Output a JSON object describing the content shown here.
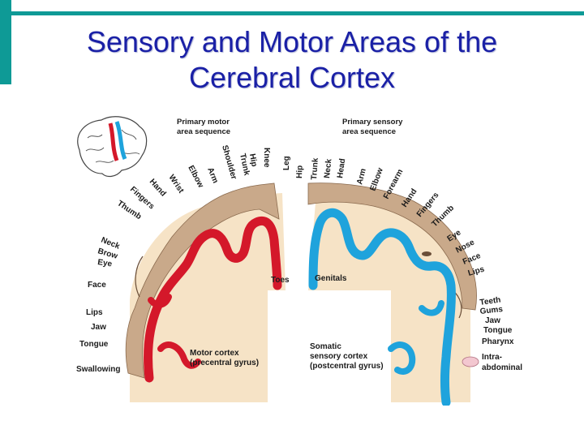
{
  "title": {
    "line1": "Sensory and Motor Areas of the",
    "line2": "Cerebral Cortex"
  },
  "colors": {
    "accent": "#0e9a96",
    "title": "#1a20a6",
    "motor_cortex": "#d4182a",
    "sensory_cortex": "#1fa3dc",
    "tissue": "#f6e3c6",
    "homunculus": "#c9a98a"
  },
  "headers": {
    "motor_1": "Primary motor",
    "motor_2": "area sequence",
    "sensory_1": "Primary sensory",
    "sensory_2": "area sequence"
  },
  "motor_labels": {
    "toes": "Toes",
    "knee": "Knee",
    "hip": "Hip",
    "trunk": "Trunk",
    "shoulder": "Shoulder",
    "arm": "Arm",
    "elbow": "Elbow",
    "wrist": "Wrist",
    "hand": "Hand",
    "fingers": "Fingers",
    "thumb": "Thumb",
    "neck": "Neck",
    "brow": "Brow",
    "eye": "Eye",
    "face": "Face",
    "lips": "Lips",
    "jaw": "Jaw",
    "tongue": "Tongue",
    "swallowing": "Swallowing"
  },
  "sensory_labels": {
    "genitals": "Genitals",
    "leg": "Leg",
    "hip": "Hip",
    "trunk": "Trunk",
    "neck": "Neck",
    "head": "Head",
    "arm": "Arm",
    "elbow": "Elbow",
    "forearm": "Forearm",
    "hand": "Hand",
    "fingers": "Fingers",
    "thumb": "Thumb",
    "eye": "Eye",
    "nose": "Nose",
    "face": "Face",
    "lips": "Lips",
    "teeth": "Teeth",
    "gums": "Gums",
    "jaw": "Jaw",
    "tongue": "Tongue",
    "pharynx": "Pharynx",
    "intra1": "Intra-",
    "intra2": "abdominal"
  },
  "cortex_labels": {
    "motor_1": "Motor cortex",
    "motor_2": "(precentral gyrus)",
    "sensory_1": "Somatic",
    "sensory_2": "sensory cortex",
    "sensory_3": "(postcentral gyrus)"
  }
}
